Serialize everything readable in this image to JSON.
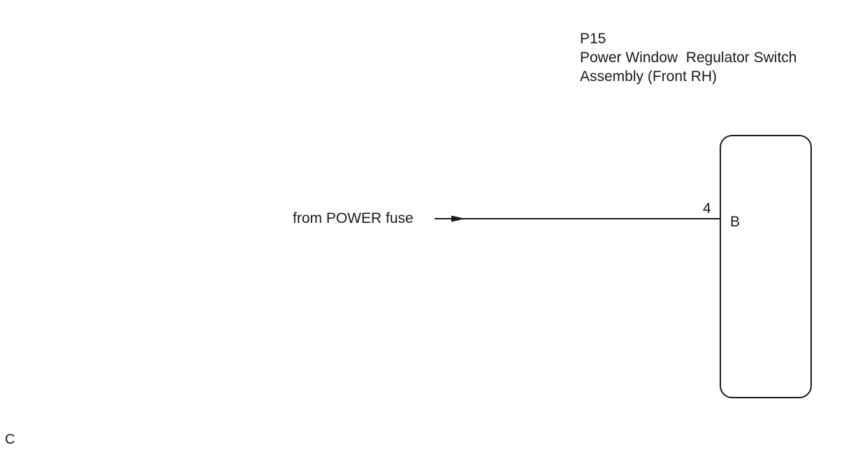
{
  "component": {
    "code": "P15",
    "name_line1": "Power Window  Regulator Switch",
    "name_line2": "Assembly (Front RH)"
  },
  "wire": {
    "source_label": "from POWER fuse",
    "pin_number": "4",
    "terminal_name": "B"
  },
  "corner_label": "C"
}
